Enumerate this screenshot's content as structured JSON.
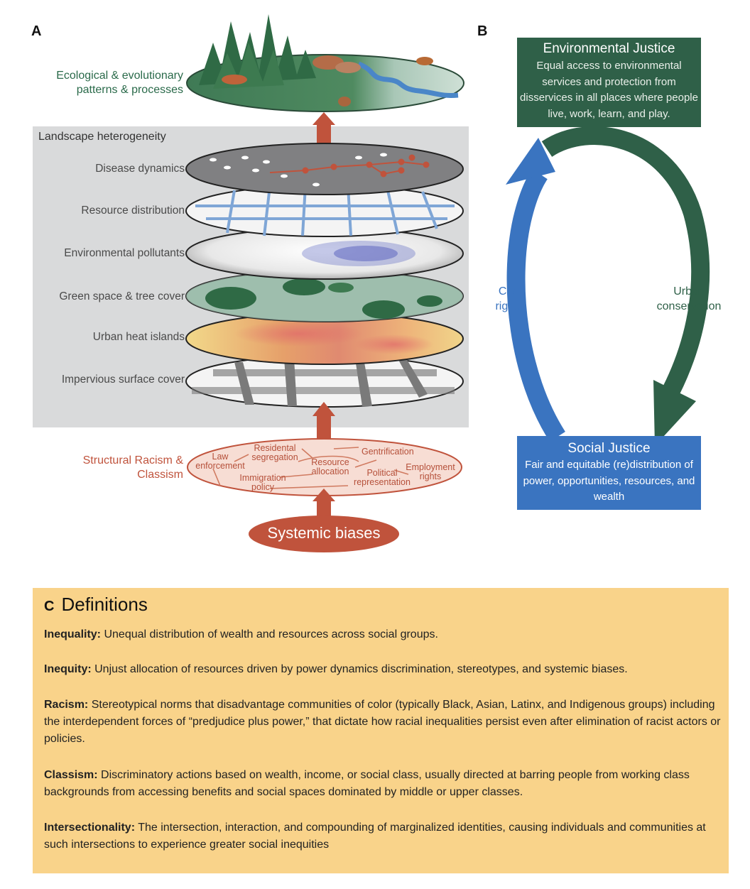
{
  "panel_labels": {
    "a": "A",
    "b": "B",
    "c": "C"
  },
  "panel_a": {
    "top_label": "Ecological & evolutionary patterns & processes",
    "landscape_title": "Landscape heterogeneity",
    "layers": [
      "Disease dynamics",
      "Resource distribution",
      "Environmental pollutants",
      "Green space & tree cover",
      "Urban heat islands",
      "Impervious surface cover"
    ],
    "structural_label": "Structural Racism & Classism",
    "structural_nodes": {
      "law": "Law enforcement",
      "residential": "Residental segregation",
      "gentrification": "Gentrification",
      "resource": "Resource allocation",
      "political": "Political representation",
      "employment": "Employment rights",
      "immigration": "Immigration policy"
    },
    "systemic": "Systemic biases"
  },
  "panel_b": {
    "ej_title": "Environmental Justice",
    "ej_desc": "Equal access to environmental services and protection from disservices in all places where people live, work, learn, and play.",
    "sj_title": "Social Justice",
    "sj_desc": "Fair and equitable (re)distribution of power, opportunities, resources, and wealth",
    "civil_rights": "Civil rights",
    "urban_conservation": "Urban conservation"
  },
  "panel_c": {
    "title": "Definitions",
    "definitions": [
      {
        "term": "Inequality:",
        "text": "Unequal distribution of wealth and resources across social groups."
      },
      {
        "term": "Inequity:",
        "text": "Unjust allocation of resources driven by power dynamics discrimination, stereotypes, and systemic biases."
      },
      {
        "term": "Racism:",
        "text": "Stereotypical norms that disadvantage communities of color (typically Black, Asian, Latinx, and Indigenous groups) including the interdependent forces of “predjudice plus power,” that dictate how racial inequalities persist even after elimination of racist actors or policies."
      },
      {
        "term": "Classism:",
        "text": "Discriminatory actions based on wealth, income, or social class, usually directed at barring people from working class backgrounds from accessing benefits and social spaces dominated by middle or upper classes."
      },
      {
        "term": "Intersectionality:",
        "text": "The intersection, interaction, and compounding of marginalized identities, causing individuals and communities at such intersections to experience greater social inequities"
      }
    ]
  },
  "colors": {
    "ej_green": "#2f6048",
    "sj_blue": "#3a74c0",
    "structural_red": "#c0533c",
    "definitions_bg": "#f9d38a",
    "landscape_bg": "#d9dadb"
  }
}
